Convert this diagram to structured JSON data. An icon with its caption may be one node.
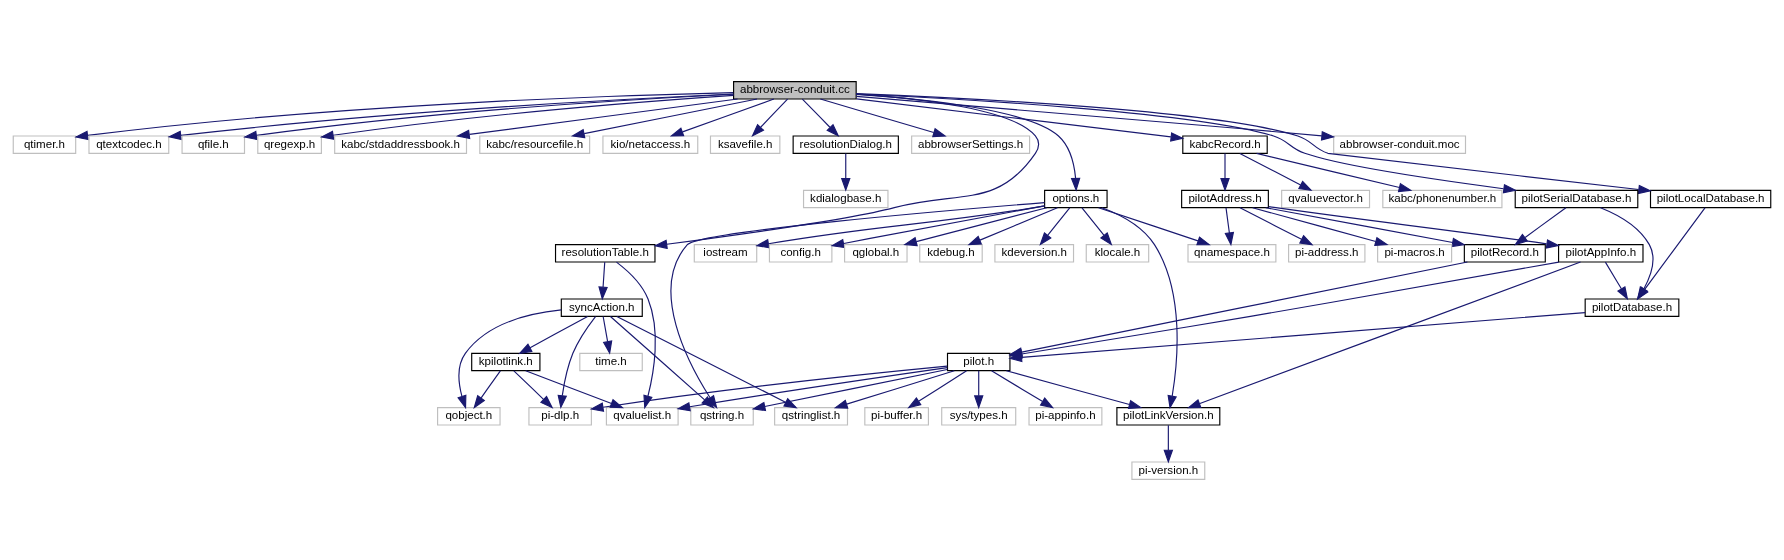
{
  "diagram": {
    "nodes": [
      {
        "text": [
          "abbrowser-conduit.cc"
        ]
      },
      {
        "text": [
          "qtimer.h"
        ]
      },
      {
        "text": [
          "qtextcodec.h"
        ]
      },
      {
        "text": [
          "qfile.h"
        ]
      },
      {
        "text": [
          "qregexp.h"
        ]
      },
      {
        "text": [
          "kabc/stdaddressbook.h"
        ]
      },
      {
        "text": [
          "kabc/resourcefile.h"
        ]
      },
      {
        "text": [
          "kio/netaccess.h"
        ]
      },
      {
        "text": [
          "ksavefile.h"
        ]
      },
      {
        "text": [
          "resolutionDialog.h"
        ]
      },
      {
        "text": [
          "abbrowserSettings.h"
        ]
      },
      {
        "text": [
          "kabcRecord.h"
        ]
      },
      {
        "text": [
          "abbrowser-conduit.moc"
        ]
      },
      {
        "text": [
          "options.h"
        ]
      },
      {
        "text": [
          "pilotLocalDatabase.h"
        ]
      },
      {
        "text": [
          "kdialogbase.h"
        ]
      },
      {
        "text": [
          "pilotSerialDatabase.h"
        ]
      },
      {
        "text": [
          "kabc/phonenumber.h"
        ]
      },
      {
        "text": [
          "pilotAddress.h"
        ]
      },
      {
        "text": [
          "qvaluevector.h"
        ]
      },
      {
        "text": [
          "resolutionTable.h"
        ]
      },
      {
        "text": [
          "kdebug.h"
        ]
      },
      {
        "text": [
          "kdeversion.h"
        ]
      },
      {
        "text": [
          "klocale.h"
        ]
      },
      {
        "text": [
          "iostream"
        ]
      },
      {
        "text": [
          "config.h"
        ]
      },
      {
        "text": [
          "qglobal.h"
        ]
      },
      {
        "text": [
          "qnamespace.h"
        ]
      },
      {
        "text": [
          "pilotRecord.h"
        ]
      },
      {
        "text": [
          "pilotAppInfo.h"
        ]
      },
      {
        "text": [
          "pi-address.h"
        ]
      },
      {
        "text": [
          "pi-macros.h"
        ]
      },
      {
        "text": [
          "syncAction.h"
        ]
      },
      {
        "text": [
          "pilotDatabase.h"
        ]
      },
      {
        "text": [
          "kpilotlink.h"
        ]
      },
      {
        "text": [
          "time.h"
        ]
      },
      {
        "text": [
          "pilot.h"
        ]
      },
      {
        "text": [
          "qobject.h"
        ]
      },
      {
        "text": [
          "pi-dlp.h"
        ]
      },
      {
        "text": [
          "qvaluelist.h"
        ]
      },
      {
        "text": [
          "qstring.h"
        ]
      },
      {
        "text": [
          "qstringlist.h"
        ]
      },
      {
        "text": [
          "pi-buffer.h"
        ]
      },
      {
        "text": [
          "sys/types.h"
        ]
      },
      {
        "text": [
          "pi-appinfo.h"
        ]
      },
      {
        "text": [
          "pilotLinkVersion.h"
        ]
      },
      {
        "text": [
          "pi-version.h"
        ]
      }
    ],
    "edges": [
      {
        "from": 0,
        "to": 1,
        "arrow": "to"
      },
      {
        "from": 0,
        "to": 2,
        "arrow": "to"
      },
      {
        "from": 0,
        "to": 3,
        "arrow": "to"
      },
      {
        "from": 0,
        "to": 4,
        "arrow": "to"
      },
      {
        "from": 0,
        "to": 5,
        "arrow": "to"
      },
      {
        "from": 0,
        "to": 6,
        "arrow": "to"
      },
      {
        "from": 0,
        "to": 7,
        "arrow": "to"
      },
      {
        "from": 0,
        "to": 8,
        "arrow": "to"
      },
      {
        "from": 0,
        "to": 13,
        "arrow": "to"
      },
      {
        "from": 0,
        "to": 14,
        "arrow": "to"
      },
      {
        "from": 0,
        "to": 9,
        "arrow": "to"
      },
      {
        "from": 0,
        "to": 16,
        "arrow": "to"
      },
      {
        "from": 0,
        "to": 10,
        "arrow": "to"
      },
      {
        "from": 0,
        "to": 11,
        "arrow": "to"
      },
      {
        "from": 0,
        "to": 12,
        "arrow": "to"
      },
      {
        "from": 0,
        "to": 20,
        "arrow": "to"
      },
      {
        "from": 9,
        "to": 15,
        "arrow": "to"
      },
      {
        "from": 11,
        "to": 17,
        "arrow": "to"
      },
      {
        "from": 11,
        "to": 18,
        "arrow": "to"
      },
      {
        "from": 11,
        "to": 19,
        "arrow": "to"
      },
      {
        "from": 13,
        "to": 21,
        "arrow": "to"
      },
      {
        "from": 13,
        "to": 22,
        "arrow": "to"
      },
      {
        "from": 13,
        "to": 23,
        "arrow": "to"
      },
      {
        "from": 13,
        "to": 24,
        "arrow": "to"
      },
      {
        "from": 13,
        "to": 25,
        "arrow": "to"
      },
      {
        "from": 13,
        "to": 26,
        "arrow": "to"
      },
      {
        "from": 13,
        "to": 27,
        "arrow": "to"
      },
      {
        "from": 13,
        "to": 40,
        "arrow": "to"
      },
      {
        "from": 13,
        "to": 45,
        "arrow": "to"
      },
      {
        "from": 14,
        "to": 33,
        "arrow": "to"
      },
      {
        "from": 16,
        "to": 33,
        "arrow": "to"
      },
      {
        "from": 16,
        "to": 28,
        "arrow": "to"
      },
      {
        "from": 18,
        "to": 27,
        "arrow": "to"
      },
      {
        "from": 18,
        "to": 28,
        "arrow": "to"
      },
      {
        "from": 18,
        "to": 29,
        "arrow": "to"
      },
      {
        "from": 18,
        "to": 30,
        "arrow": "to"
      },
      {
        "from": 18,
        "to": 31,
        "arrow": "to"
      },
      {
        "from": 20,
        "to": 32,
        "arrow": "to"
      },
      {
        "from": 20,
        "to": 39,
        "arrow": "to"
      },
      {
        "from": 32,
        "to": 34,
        "arrow": "to"
      },
      {
        "from": 32,
        "to": 35,
        "arrow": "to"
      },
      {
        "from": 32,
        "to": 37,
        "arrow": "to"
      },
      {
        "from": 32,
        "to": 38,
        "arrow": "to"
      },
      {
        "from": 32,
        "to": 40,
        "arrow": "to"
      },
      {
        "from": 32,
        "to": 41,
        "arrow": "to"
      },
      {
        "from": 34,
        "to": 37,
        "arrow": "to"
      },
      {
        "from": 34,
        "to": 38,
        "arrow": "to"
      },
      {
        "from": 34,
        "to": 39,
        "arrow": "to"
      },
      {
        "from": 28,
        "to": 36,
        "arrow": "to"
      },
      {
        "from": 29,
        "to": 33,
        "arrow": "to"
      },
      {
        "from": 29,
        "to": 36,
        "arrow": "to"
      },
      {
        "from": 29,
        "to": 45,
        "arrow": "to"
      },
      {
        "from": 33,
        "to": 36,
        "arrow": "to"
      },
      {
        "from": 36,
        "to": 38,
        "arrow": "to"
      },
      {
        "from": 36,
        "to": 39,
        "arrow": "to"
      },
      {
        "from": 36,
        "to": 40,
        "arrow": "to"
      },
      {
        "from": 36,
        "to": 41,
        "arrow": "to"
      },
      {
        "from": 36,
        "to": 42,
        "arrow": "to"
      },
      {
        "from": 36,
        "to": 43,
        "arrow": "to"
      },
      {
        "from": 36,
        "to": 44,
        "arrow": "to"
      },
      {
        "from": 36,
        "to": 45,
        "arrow": "to"
      },
      {
        "from": 45,
        "to": 46,
        "arrow": "to"
      }
    ]
  }
}
